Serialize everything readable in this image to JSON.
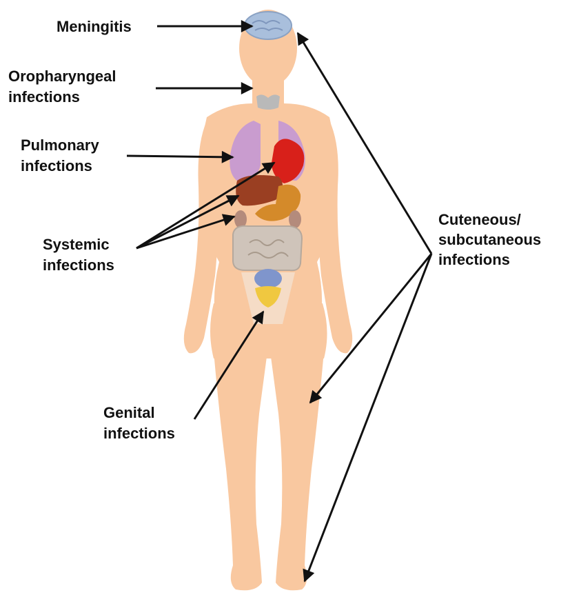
{
  "labels": {
    "meningitis": [
      "Meningitis"
    ],
    "oropharyngeal": [
      "Oropharyngeal",
      "infections"
    ],
    "pulmonary": [
      "Pulmonary",
      "infections"
    ],
    "systemic": [
      "Systemic",
      "infections"
    ],
    "genital": [
      "Genital",
      "infections"
    ],
    "cutaneous": [
      "Cuteneous/",
      "subcutaneous",
      "infections"
    ]
  },
  "colors": {
    "skin": "#f9c8a0",
    "brain": "#a9bfdc",
    "lungs": "#c99ccf",
    "heart": "#d8201a",
    "liver": "#9a3f22",
    "stomach": "#d48a2a",
    "intestine": "#cfc4ba",
    "bladder": "#7f95cc",
    "uterus": "#f0c840",
    "arrow": "#111111",
    "text": "#111111"
  }
}
